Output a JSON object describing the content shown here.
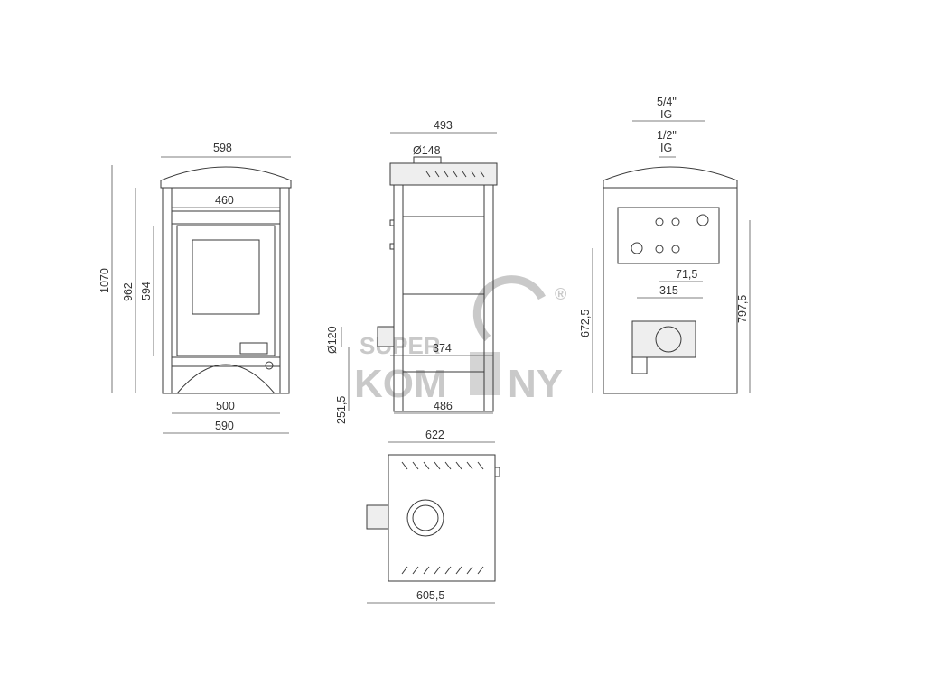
{
  "watermark": {
    "line1": "SUPER",
    "line2": "KOM",
    "line3": "NY",
    "mark": "®",
    "color": "#c9c9c9"
  },
  "front": {
    "w_top": "598",
    "w_door": "460",
    "h_total": "1070",
    "h_body": "962",
    "h_door": "594",
    "w_base_inner": "500",
    "w_base": "590"
  },
  "side": {
    "w_top": "493",
    "flue_top": "Ø148",
    "flue_rear": "Ø120",
    "depth_mid": "374",
    "h_flue": "251,5",
    "depth_base": "486"
  },
  "back": {
    "conn_large": "5/4\"",
    "conn_large_type": "IG",
    "conn_small": "1/2\"",
    "conn_small_type": "IG",
    "dist_a": "71,5",
    "dist_b": "315",
    "h_a": "672,5",
    "h_b": "797,5"
  },
  "top": {
    "w": "622",
    "d": "605,5"
  },
  "colors": {
    "line": "#3a3a3a",
    "fill": "#eeeeee"
  }
}
